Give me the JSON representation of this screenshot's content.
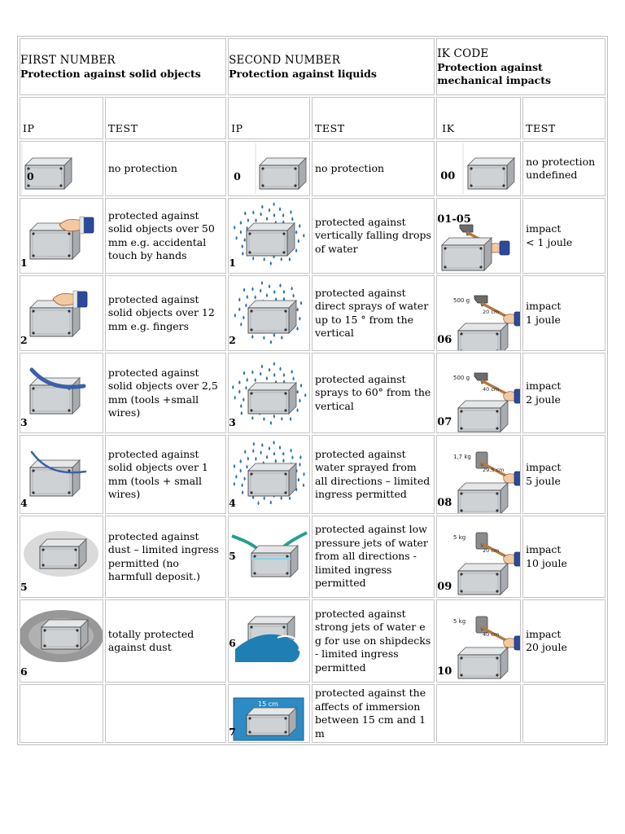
{
  "header": {
    "first": {
      "title": "FIRST NUMBER",
      "subtitle": "Protection against solid objects"
    },
    "second": {
      "title": "SECOND NUMBER",
      "subtitle": "Protection against liquids"
    },
    "third": {
      "title": "IK CODE",
      "subtitle": "Protection against mechanical impacts"
    }
  },
  "columns": {
    "ip1": "IP",
    "test1": "TEST",
    "ip2": "IP",
    "test2": "TEST",
    "ik": "IK",
    "test3": "TEST"
  },
  "rows": [
    {
      "s_num": "0",
      "s_text": "no protection",
      "l_num": "0",
      "l_text": "no protection",
      "ik_num": "00",
      "ik_text": "no protection"
    },
    {
      "s_num": "1",
      "s_text": "protected against  solid objects over 50 mm e.g. accidental touch by hands",
      "l_num": "1",
      "l_text": "protected against vertically falling drops of water",
      "ik_num": "01-05",
      "ik_text": "impact\n< 1 joule"
    },
    {
      "s_num": "2",
      "s_text": "protected against solid objects over 12 mm e.g. fingers",
      "l_num": "2",
      "l_text": "protected against direct sprays of water up to 15 ° from the vertical",
      "ik_num": "06",
      "ik_text": "impact\n1 joule",
      "ik_mass": "500 g",
      "ik_height": "20 cm"
    },
    {
      "s_num": "3",
      "s_text": "protected against  solid objects over 2,5 mm (tools +small wires)",
      "l_num": "3",
      "l_text": "protected against sprays to 60° from the vertical",
      "ik_num": "07",
      "ik_text": "impact\n2 joule",
      "ik_mass": "500 g",
      "ik_height": "40 cm"
    },
    {
      "s_num": "4",
      "s_text": "protected against solid objects over 1 mm (tools + small wires)",
      "l_num": "4",
      "l_text": "protected against water sprayed from all directions – limited ingress permitted",
      "ik_num": "08",
      "ik_text": "impact\n5  joule",
      "ik_mass": "1,7 kg",
      "ik_height": "29,5 cm"
    },
    {
      "s_num": "5",
      "s_text": "protected against dust – limited ingress permitted (no harmfull deposit.)",
      "l_num": "5",
      "l_text": "protected against low pressure jets of water from all directions - limited ingress permitted",
      "ik_num": "09",
      "ik_text": "impact\n10 joule",
      "ik_mass": "5 kg",
      "ik_height": "20 cm"
    },
    {
      "s_num": "6",
      "s_text": "totally protected against dust",
      "l_num": "6",
      "l_text": "protected against strong jets of water e g for use on shipdecks - limited ingress permitted",
      "ik_num": "10",
      "ik_text": "impact\n20  joule",
      "ik_mass": "5 kg",
      "ik_height": "40 cm"
    },
    {
      "l_num": "7",
      "l_text": "protected against the affects of immersion between 15 cm and 1 m",
      "l_depth": "15 cm"
    }
  ]
}
